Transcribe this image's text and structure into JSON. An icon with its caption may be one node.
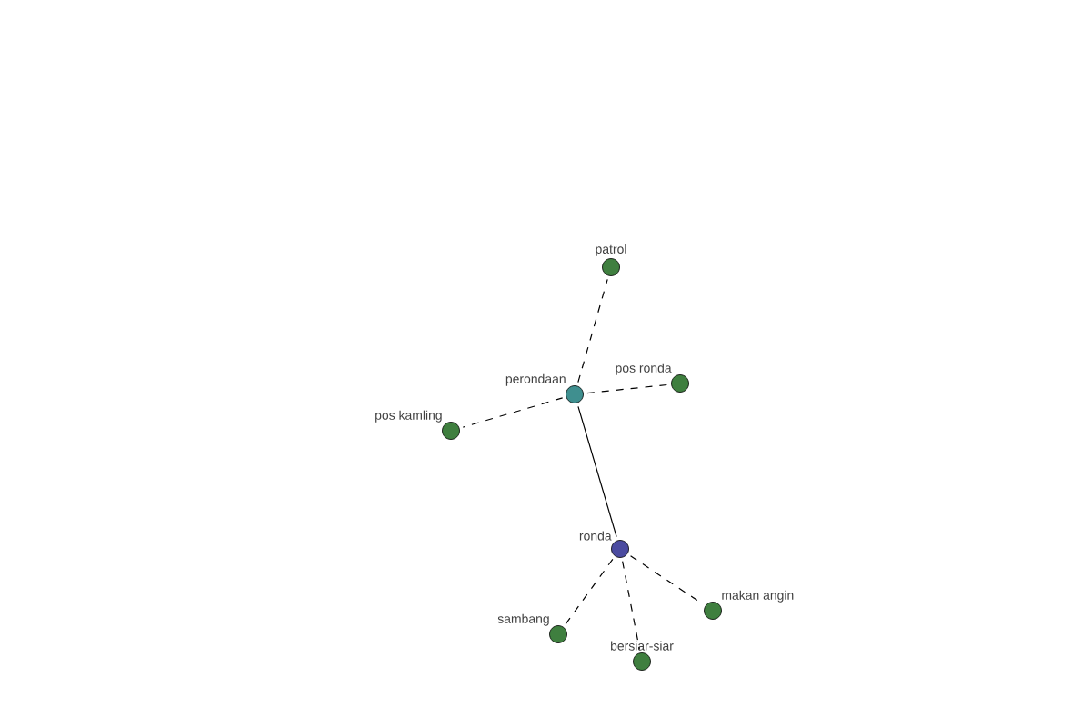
{
  "diagram": {
    "nodes": [
      {
        "text": [
          "ronda"
        ]
      },
      {
        "text": [
          "perondaan"
        ]
      },
      {
        "text": [
          "patrol"
        ]
      },
      {
        "text": [
          "pos ronda"
        ]
      },
      {
        "text": [
          "pos kamling"
        ]
      },
      {
        "text": [
          "sambang"
        ]
      },
      {
        "text": [
          "bersiar-siar"
        ]
      },
      {
        "text": [
          "makan angin"
        ]
      }
    ],
    "edges": [
      {
        "from": 0,
        "to": 1,
        "arrow": "none"
      },
      {
        "from": 1,
        "to": 2,
        "arrow": "none",
        "style": "dashed"
      },
      {
        "from": 1,
        "to": 3,
        "arrow": "none",
        "style": "dashed"
      },
      {
        "from": 1,
        "to": 4,
        "arrow": "none",
        "style": "dashed"
      },
      {
        "from": 0,
        "to": 5,
        "arrow": "none",
        "style": "dashed"
      },
      {
        "from": 0,
        "to": 6,
        "arrow": "none",
        "style": "dashed"
      },
      {
        "from": 0,
        "to": 7,
        "arrow": "none",
        "style": "dashed"
      }
    ]
  }
}
